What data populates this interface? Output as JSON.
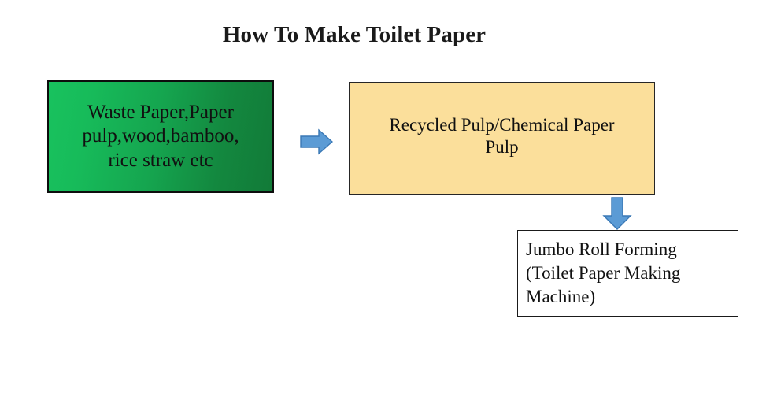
{
  "title": "How To Make Toilet Paper",
  "colors": {
    "background": "#ffffff",
    "green_light": "#18c25e",
    "green_dark": "#127a38",
    "yellow": "#fbdf9b",
    "white": "#ffffff",
    "arrow_blue": "#5b9bd5",
    "arrow_blue_stroke": "#3a78b5",
    "text": "#111111",
    "border_dark": "#0d0d0d"
  },
  "nodes": [
    {
      "id": "source",
      "label": "Waste Paper,Paper\npulp,wood,bamboo,\nrice straw etc",
      "fill": "green-gradient"
    },
    {
      "id": "pulp",
      "label": "Recycled Pulp/Chemical Paper\nPulp",
      "fill": "yellow"
    },
    {
      "id": "jumbo",
      "label": "Jumbo Roll Forming\n(Toilet Paper Making\nMachine)",
      "fill": "white"
    }
  ],
  "arrows": [
    {
      "id": "source-to-pulp",
      "direction": "right"
    },
    {
      "id": "pulp-to-jumbo",
      "direction": "down"
    }
  ],
  "chart_data": {
    "type": "flowchart",
    "title": "How To Make Toilet Paper",
    "orientation": "left-to-right then downward",
    "steps": [
      "Waste Paper,Paper pulp,wood,bamboo, rice straw etc",
      "Recycled Pulp/Chemical Paper Pulp",
      "Jumbo Roll Forming (Toilet Paper Making Machine)"
    ],
    "edges": [
      {
        "from": "Waste Paper,Paper pulp,wood,bamboo, rice straw etc",
        "to": "Recycled Pulp/Chemical Paper Pulp",
        "arrow": "right"
      },
      {
        "from": "Recycled Pulp/Chemical Paper Pulp",
        "to": "Jumbo Roll Forming (Toilet Paper Making Machine)",
        "arrow": "down"
      }
    ]
  }
}
